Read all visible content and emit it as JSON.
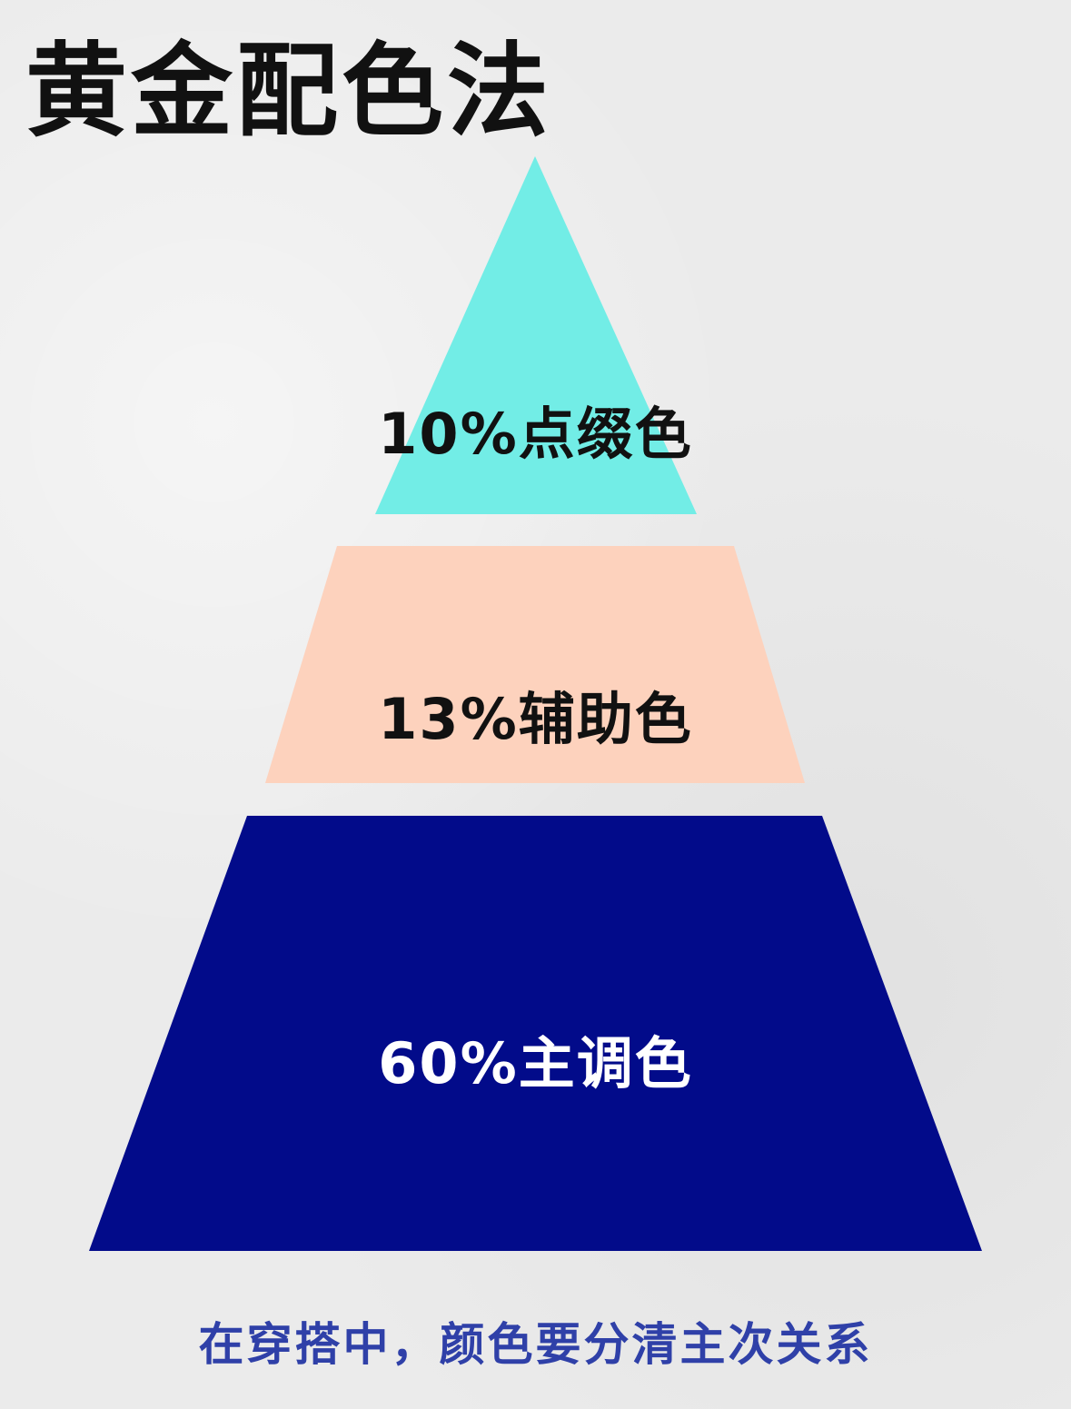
{
  "title": "黄金配色法",
  "tiers": [
    {
      "label": "10%点缀色",
      "percent": 10,
      "color": "#72ede6",
      "text_color": "#111111"
    },
    {
      "label": "13%辅助色",
      "percent": 13,
      "color": "#fdd2bd",
      "text_color": "#111111"
    },
    {
      "label": "60%主调色",
      "percent": 60,
      "color": "#020b8a",
      "text_color": "#ffffff"
    }
  ],
  "footer": "在穿搭中，颜色要分清主次关系"
}
